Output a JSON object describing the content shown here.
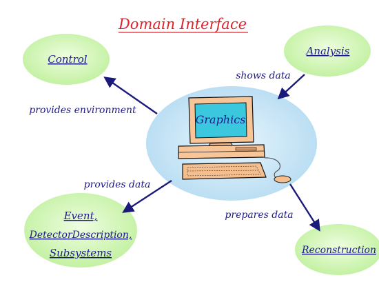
{
  "title": "Domain Interface",
  "center_label": "Graphics",
  "nodes": {
    "control": "Control",
    "analysis": "Analysis",
    "event_lines": [
      "Event,",
      "DetectorDescription,",
      "Subsystems"
    ],
    "reconstruction": "Reconstruction"
  },
  "edges": {
    "shows_data": "shows data",
    "provides_environment": "provides environment",
    "provides_data": "provides data",
    "prepares_data": "prepares data"
  },
  "colors": {
    "title": "#e0202a",
    "text": "#1f1a8c",
    "node_fill": "#ccf5b0",
    "center_fill": "#bfe3f5",
    "arrow": "#1a1a7a",
    "screen": "#38c7dd",
    "computer_body": "#f5c89a"
  }
}
